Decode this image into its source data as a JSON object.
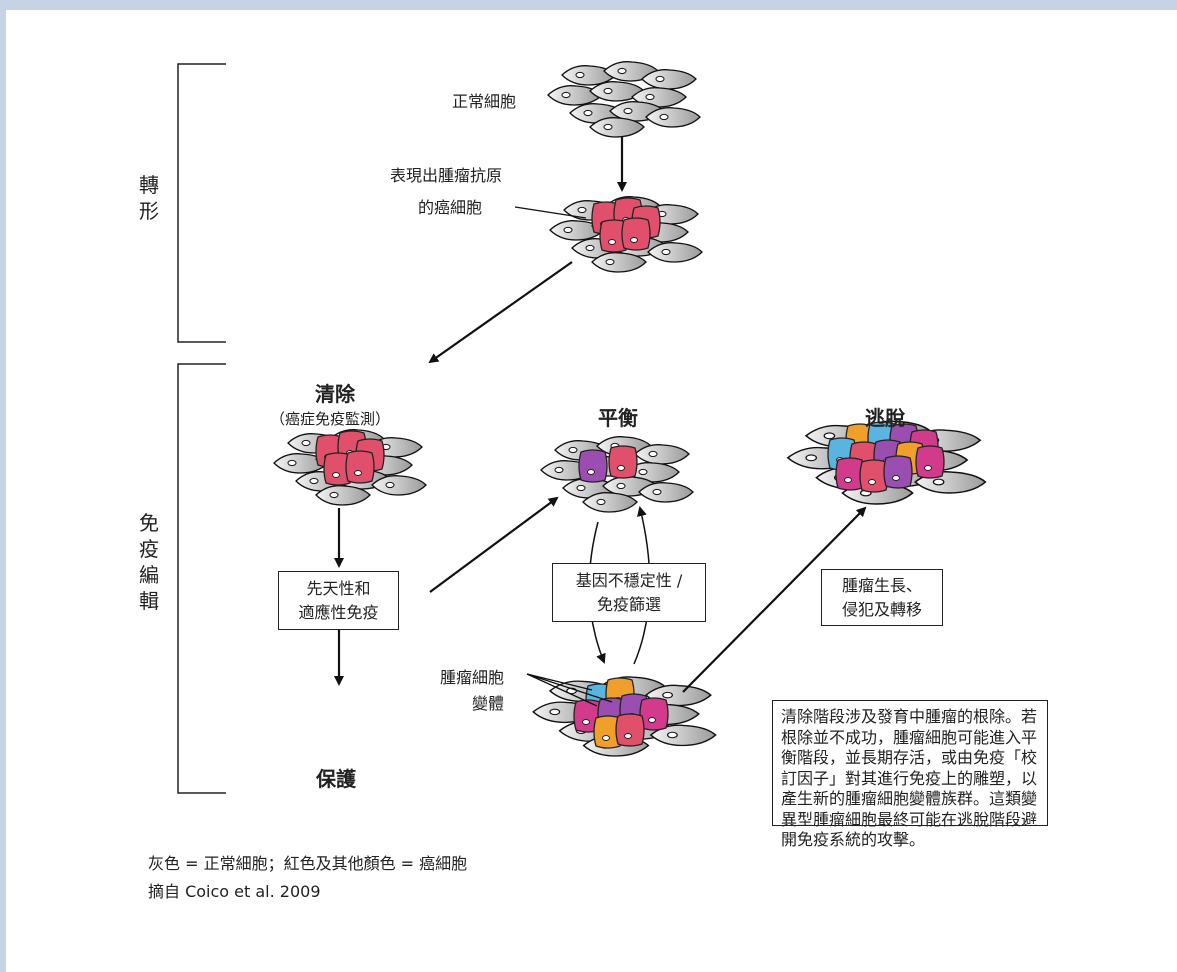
{
  "phases": {
    "transformation": "轉形",
    "immunoediting": "免疫編輯"
  },
  "labels": {
    "normal_cells": "正常細胞",
    "antigen_line1": "表現出腫瘤抗原",
    "antigen_line2": "的癌細胞",
    "elimination": "清除",
    "elimination_sub": "（癌症免疫監測）",
    "equilibrium": "平衡",
    "escape": "逃脫",
    "protection": "保護",
    "variants_line1": "腫瘤細胞",
    "variants_line2": "變體"
  },
  "boxes": {
    "innate_line1": "先天性和",
    "innate_line2": "適應性免疫",
    "instability_line1": "基因不穩定性 /",
    "instability_line2": "免疫篩選",
    "growth_line1": "腫瘤生長、",
    "growth_line2": "侵犯及轉移"
  },
  "note": "清除階段涉及發育中腫瘤的根除。若根除並不成功，腫瘤細胞可能進入平衡階段，並長期存活，或由免疫「校訂因子」對其進行免疫上的雕塑，以產生新的腫瘤細胞變體族群。這類變異型腫瘤細胞最終可能在逃脫階段避開免疫系統的攻擊。",
  "legend": "灰色 = 正常細胞；紅色及其他顏色 = 癌細胞",
  "source": "摘自 Coico et al. 2009",
  "colors": {
    "frame": "#c5d3e4",
    "normal_cell": "#d4d4d4",
    "cancer_red": "#e0506a",
    "cancer_magenta": "#d23a8c",
    "variant_purple": "#9a4fb0",
    "variant_orange": "#f0a02a",
    "variant_blue": "#5ab4e0"
  }
}
